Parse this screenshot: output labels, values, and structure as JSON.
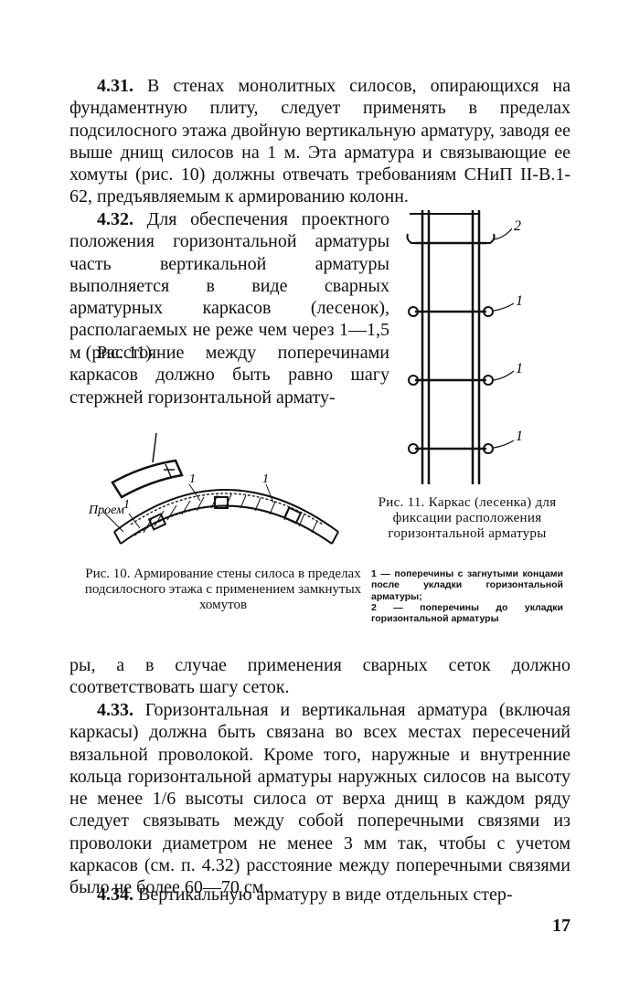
{
  "p431": {
    "num": "4.31.",
    "text": "В стенах монолитных силосов, опирающихся на фундаментную плиту, следует применять в пределах подсилосного этажа двойную вертикальную арматуру, заводя ее выше днищ силосов на 1 м. Эта арматура и связывающие ее хомуты (рис. 10) должны отвечать требованиям СНиП II-В.1-62, предъявляемым к армированию колонн."
  },
  "p432": {
    "num": "4.32.",
    "text": "Для обеспечения проектного положения горизонтальной арматуры часть вертикальной арматуры выполняется в виде сварных арматурных каркасов (лесенок), располагаемых не реже чем через 1—1,5 м (рис. 11).",
    "text2": "Расстояние между поперечинами каркасов должно быть равно шагу стержней горизонтальной армату-",
    "cont": "ры, а в случае применения сварных сеток должно соответствовать шагу сеток."
  },
  "p433": {
    "num": "4.33.",
    "text": "Горизонтальная и вертикальная арматура (включая каркасы) должна быть связана во всех местах пересечений вязальной проволокой. Кроме того, наружные и внутренние кольца горизонтальной арматуры наружных силосов на высоту не менее 1/6 высоты силоса от верха днищ в каждом ряду следует связывать между собой поперечными связями из проволоки диаметром не менее 3 мм так, чтобы с учетом каркасов (см. п. 4.32) расстояние между поперечными связями было не более 60—70 см."
  },
  "p434": {
    "num": "4.34.",
    "text": "Вертикальную арматуру в виде отдельных стер-"
  },
  "fig10": {
    "label_opening": "Проем",
    "label_1a": "1",
    "label_1b": "1",
    "label_1c": "1",
    "caption": "Рис. 10. Армирование стены силоса в пределах подсилосного этажа с применением замкнутых хомутов"
  },
  "fig11": {
    "label_2": "2",
    "label_1a": "1",
    "label_1b": "1",
    "label_1c": "1",
    "caption": "Рис. 11. Каркас (лесенка) для фиксации расположения горизонтальной арматуры",
    "legend_1": "1 — поперечины с загнутыми концами после укладки горизонтальной арматуры;",
    "legend_2": "2 — поперечины до укладки горизонтальной арматуры"
  },
  "page_number": "17"
}
